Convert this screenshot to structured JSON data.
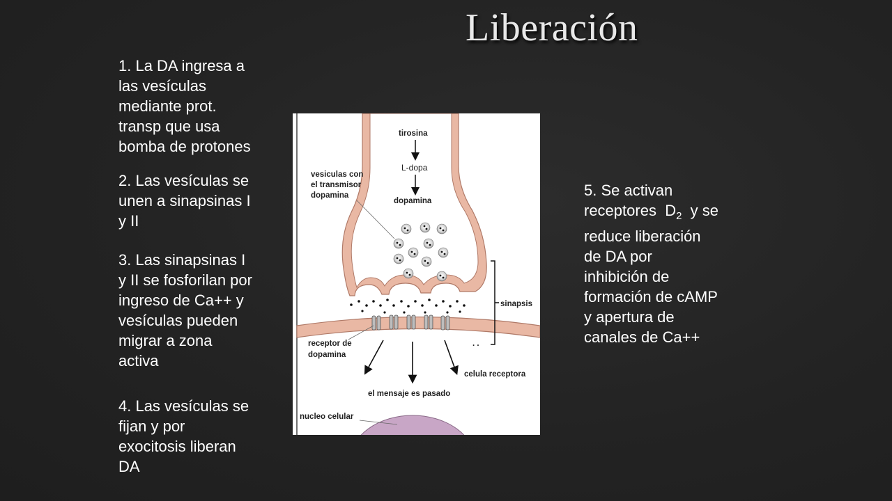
{
  "title": "Liberación",
  "steps": {
    "s1": [
      "1. La DA ingresa a",
      "las vesículas",
      "mediante prot.",
      "transp que usa",
      "bomba de protones"
    ],
    "s2": [
      "2. Las vesículas se",
      "unen a sinapsinas I",
      "y II"
    ],
    "s3": [
      "3. Las sinapsinas I",
      "y II se fosforilan por",
      "ingreso de Ca++ y",
      "vesículas pueden",
      "migrar a zona",
      "activa"
    ],
    "s4": [
      "4. Las vesículas se",
      "fijan y por",
      "exocitosis liberan",
      "DA"
    ],
    "s5": {
      "line1": "5. Se activan",
      "line2_pre": "receptores",
      "receptor": "D",
      "receptor_sub": "2",
      "line2_post": "y se",
      "rest": [
        "reduce liberación",
        "de DA por",
        "inhibición de",
        "formación de cAMP",
        "y apertura de",
        "canales de Ca++"
      ]
    }
  },
  "diagram": {
    "tirosina": "tirosina",
    "ldopa": "L-dopa",
    "dopamina": "dopamina",
    "vesiculas": [
      "vesiculas con",
      "el transmisor",
      "dopamina"
    ],
    "sinapsis": "sinapsis",
    "receptor": [
      "receptor de",
      "dopamina"
    ],
    "celula": "celula receptora",
    "mensaje": "el mensaje es pasado",
    "nucleo": "nucleo celular"
  },
  "colors": {
    "membrane": "#e9b8a4",
    "membrane_stroke": "#b07a68",
    "nucleus": "#c8a6c6",
    "background": "#242424"
  }
}
